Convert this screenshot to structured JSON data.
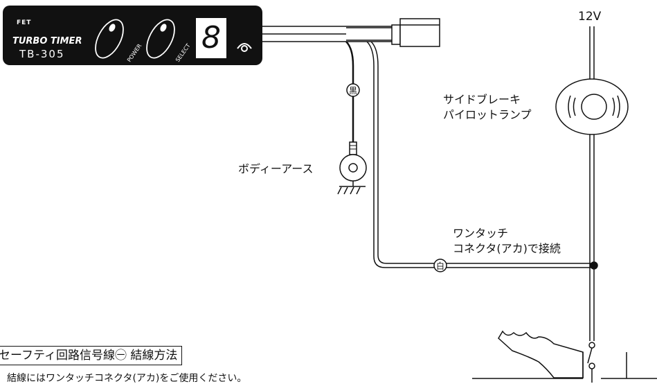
{
  "device": {
    "brand": "FET",
    "model_name": "TURBO TIMER",
    "model_number": "TB-305",
    "power_button_label": "POWER",
    "select_button_label": "SELECT",
    "display_digit": "8"
  },
  "labels": {
    "voltage": "12V",
    "lamp_line1": "サイドブレーキ",
    "lamp_line2": "パイロットランプ",
    "body_earth": "ボディーアース",
    "black_wire_mark": "黒",
    "white_wire_mark": "白",
    "connector_line1": "ワンタッチ",
    "connector_line2": "コネクタ(アカ)で接続"
  },
  "section": {
    "title": "セーフティ回路信号線㊀ 結線方法",
    "note": "結線にはワンタッチコネクタ(アカ)をご使用ください。"
  }
}
